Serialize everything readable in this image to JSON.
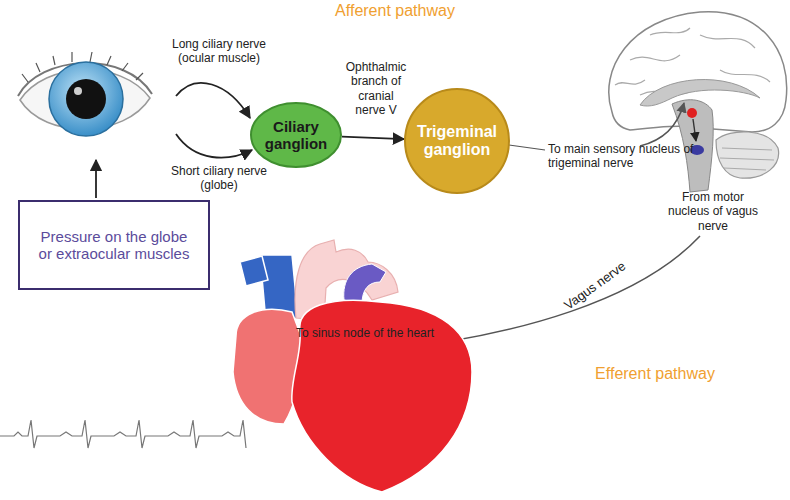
{
  "diagram": {
    "nodes": [
      {
        "text": [
          "Ciliary ganglion"
        ]
      },
      {
        "text": [
          "Trigeminal ganglion"
        ]
      },
      {
        "text": [
          "Pressure on the globe or extraocular muscles"
        ]
      }
    ],
    "edges": [
      {
        "from": 0,
        "to": 1,
        "label": "Ophthalmic branch of cranial nerve V",
        "arrow": "to"
      }
    ],
    "labels": [
      "Afferent pathway",
      "Long ciliary nerve (ocular muscle)",
      "Short ciliary nerve (globe)",
      "To main sensory nucleus of trigeminal nerve",
      "From motor nucleus of vagus nerve",
      "Vagus nerve",
      "To sinus node of the heart",
      "Efferent pathway"
    ]
  }
}
